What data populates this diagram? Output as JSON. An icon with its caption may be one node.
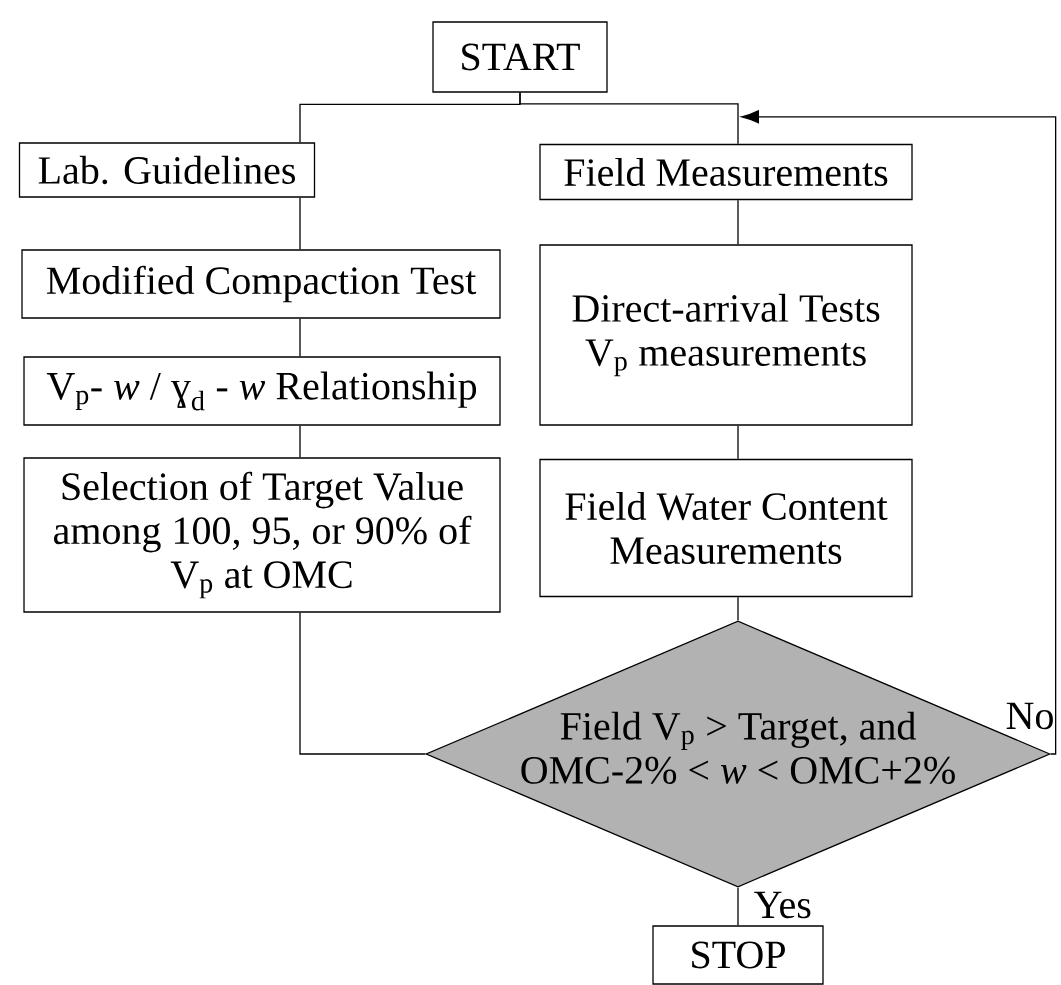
{
  "diagram": {
    "nodes": [
      {
        "text": [
          "START"
        ]
      },
      {
        "text": [
          "Lab. Guidelines"
        ]
      },
      {
        "text": [
          "Modified Compaction Test"
        ]
      },
      {
        "text": [
          "V$_{p}$- *w* / ɣ$_{d}$ - *w* Relationship"
        ]
      },
      {
        "text": [
          "Selection of Target Value among 100, 95, or 90% of V$_{p}$ at OMC"
        ]
      },
      {
        "text": [
          "Field Measurements"
        ]
      },
      {
        "text": [
          "Direct-arrival Tests V$_{p}$ measurements"
        ]
      },
      {
        "text": [
          "Field Water Content Measurements"
        ]
      },
      {
        "text": [
          "Field V$_{p}$ > Target, and OMC-2% < *w* < OMC+2%"
        ]
      },
      {
        "text": [
          "STOP"
        ]
      }
    ],
    "edges": [
      {
        "from": 0,
        "to": 1,
        "arrow": "none"
      },
      {
        "from": 0,
        "to": 5,
        "arrow": "none"
      },
      {
        "from": 1,
        "to": 2,
        "arrow": "none"
      },
      {
        "from": 2,
        "to": 3,
        "arrow": "none"
      },
      {
        "from": 3,
        "to": 4,
        "arrow": "none"
      },
      {
        "from": 5,
        "to": 6,
        "arrow": "none"
      },
      {
        "from": 6,
        "to": 7,
        "arrow": "none"
      },
      {
        "from": 7,
        "to": 8,
        "arrow": "none"
      },
      {
        "from": 4,
        "to": 8,
        "arrow": "none"
      },
      {
        "from": 8,
        "to": 9,
        "label": "Yes",
        "arrow": "none"
      },
      {
        "from": 8,
        "to": 5,
        "label": "No",
        "arrow": "to"
      }
    ]
  }
}
